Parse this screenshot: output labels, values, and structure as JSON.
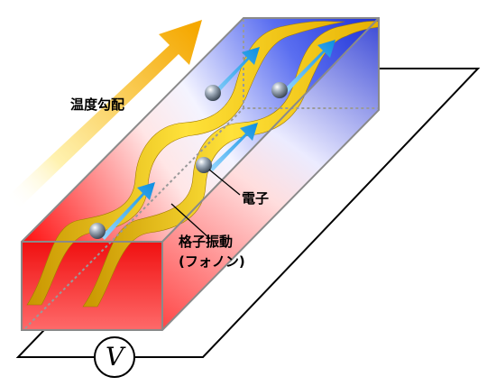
{
  "labels": {
    "temperature_gradient": "温度勾配",
    "electron": "電子",
    "lattice_vibration": "格子振動",
    "phonon": "(フォノン)",
    "voltmeter": "V"
  },
  "colors": {
    "hot": "#ff1a1a",
    "cold": "#2a3ad8",
    "gradient_arrow": "#f5b400",
    "phonon_ribbon": "#ffd400",
    "electron_arrow": "#1ca8e8",
    "electron": "#7d8ea0"
  }
}
